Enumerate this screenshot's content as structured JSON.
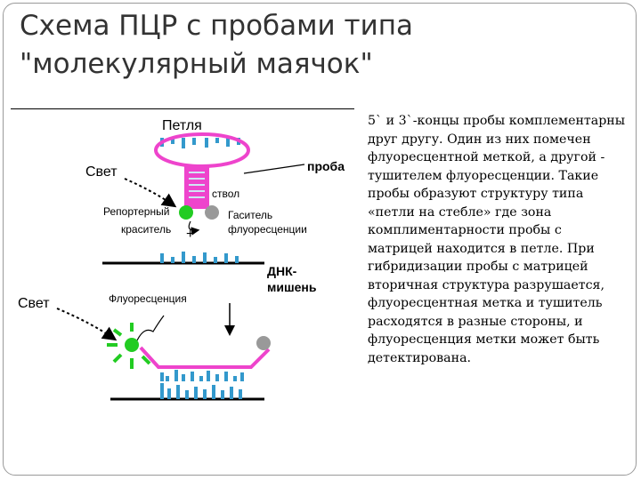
{
  "title": "Схема ПЦР с пробами типа \"молекулярный маячок\"",
  "description": "5` и 3`-концы пробы комплементарны друг другу. Один из них помечен флуоресцентной меткой, а другой - тушителем флуоресценции. Такие пробы образуют структуру типа «петли на стебле» где зона комплиментарности пробы с матрицей находится в петле. При гибридизации пробы с матрицей вторичная структура разрушается, флуоресцентная метка и тушитель расходятся в разные стороны, и флуоресценция метки может быть детектирована.",
  "diagram": {
    "loop": "Петля",
    "light_top": "Свет",
    "probe": "проба",
    "stem": "ствол",
    "reporter_line1": "Репортерный",
    "reporter_line2": "краситель",
    "quencher_line1": "Гаситель",
    "quencher_line2": "флуоресценции",
    "plus": "+",
    "target_line1": "ДНК-",
    "target_line2": "мишень",
    "light_bottom": "Свет",
    "fluorescence": "Флуоресценция"
  },
  "colors": {
    "probe": "#ee44cc",
    "bases": "#3399cc",
    "dna": "#000000",
    "reporter": "#22cc22",
    "quencher": "#999999",
    "title": "#333333"
  }
}
